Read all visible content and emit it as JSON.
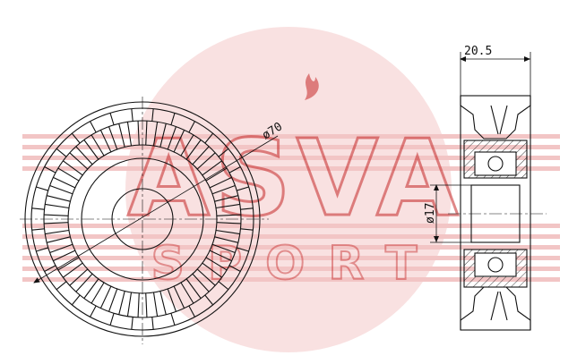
{
  "watermark": {
    "brand": "ASVA",
    "subtitle": "SPORT",
    "colors": {
      "circle": "#f7dada",
      "stripes": "#f3c8c8",
      "logo": "#c51a1a",
      "logo_light": "#e7a3a3"
    }
  },
  "drawing": {
    "line_color": "#111111",
    "dimensions": {
      "outer_diameter": "ø70",
      "inner_diameter": "ø17",
      "width": "20.5"
    }
  }
}
